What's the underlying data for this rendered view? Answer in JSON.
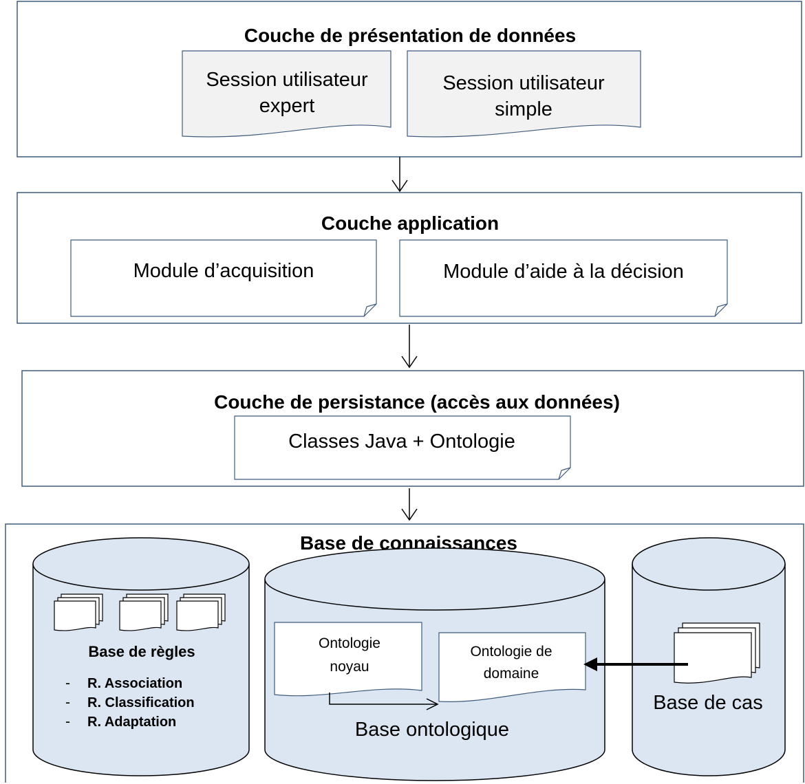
{
  "layers": {
    "presentation": {
      "title": "Couche de présentation de données",
      "expert_session_line1": "Session utilisateur",
      "expert_session_line2": "expert",
      "simple_session_line1": "Session utilisateur",
      "simple_session_line2": "simple"
    },
    "application": {
      "title": "Couche application",
      "acquisition_module": "Module d’acquisition",
      "decision_module": "Module d’aide à la décision"
    },
    "persistence": {
      "title": "Couche de persistance (accès aux données)",
      "content": "Classes Java + Ontologie"
    },
    "knowledge": {
      "title": "Base de connaissances",
      "rules": {
        "label": "Base de règles",
        "bullet": "-",
        "items": [
          "R. Association",
          "R. Classification",
          "R. Adaptation"
        ]
      },
      "ontology": {
        "label": "Base ontologique",
        "core_line1": "Ontologie",
        "core_line2": "noyau",
        "domain_line1": "Ontologie de",
        "domain_line2": "domaine"
      },
      "cases": {
        "label": "Base de cas"
      }
    }
  },
  "colors": {
    "fill_light": "#dce6f2",
    "doc_fill": "#f2f2f2",
    "border": "#3e5a7c"
  }
}
